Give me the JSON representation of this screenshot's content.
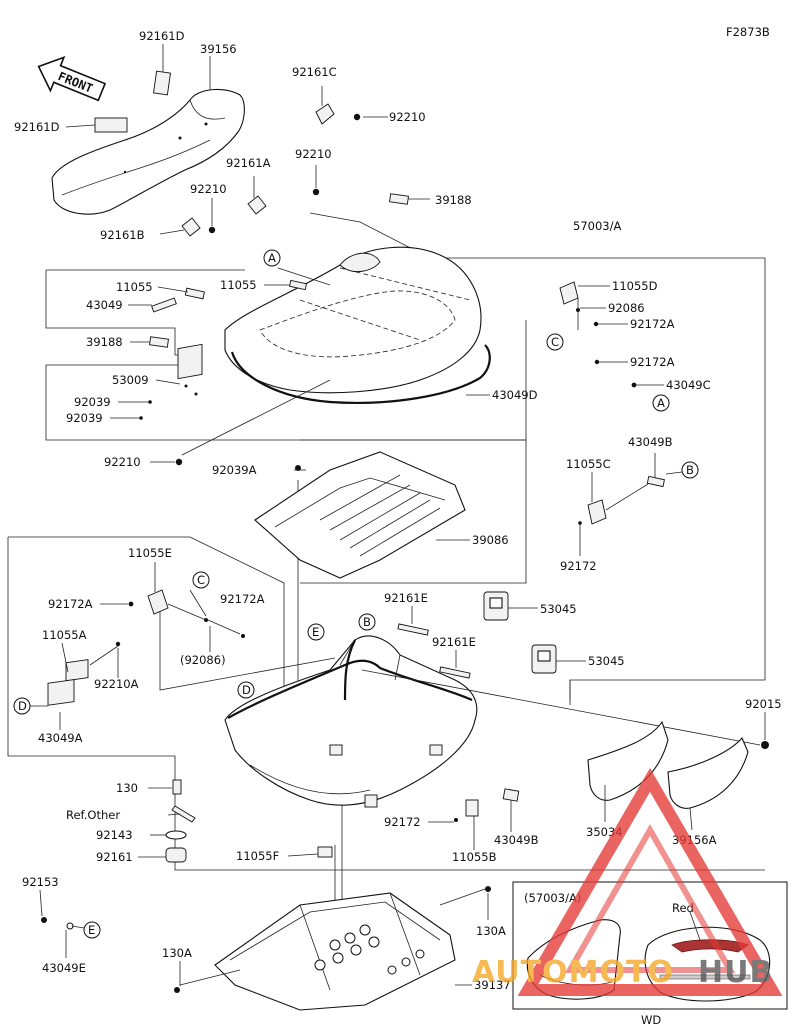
{
  "diagram_code": "F2873B",
  "front_label": "FRONT",
  "labels": {
    "p92161D_top": "92161D",
    "p39156": "39156",
    "p92161D_left": "92161D",
    "p92161C": "92161C",
    "p92210_a": "92210",
    "p92161A": "92161A",
    "p92210_b": "92210",
    "p92210_c": "92210",
    "p92161B": "92161B",
    "p39188_a": "39188",
    "p57003A": "57003/A",
    "p11055_a": "11055",
    "p11055_b": "11055",
    "p43049": "43049",
    "p11055D": "11055D",
    "p92086": "92086",
    "p92172A_a": "92172A",
    "p39188_b": "39188",
    "p92172A_b": "92172A",
    "p53009": "53009",
    "p43049C": "43049C",
    "p92039_a": "92039",
    "p92039_b": "92039",
    "p43049D": "43049D",
    "p92210_d": "92210",
    "p92039A": "92039A",
    "p43049B_a": "43049B",
    "p11055C": "11055C",
    "p39086": "39086",
    "p92172_a": "92172",
    "p11055E": "11055E",
    "p92172A_c": "92172A",
    "p92172A_d": "92172A",
    "p92161E_a": "92161E",
    "p53045_a": "53045",
    "p92086_paren": "(92086)",
    "p92161E_b": "92161E",
    "p53045_b": "53045",
    "p11055A": "11055A",
    "p92210A": "92210A",
    "p43049A": "43049A",
    "p92015": "92015",
    "p130": "130",
    "p_ref_other": "Ref.Other",
    "p92143": "92143",
    "p92161": "92161",
    "p92172_b": "92172",
    "p43049B_b": "43049B",
    "p35034": "35034",
    "p39156A": "39156A",
    "p11055B": "11055B",
    "p11055F": "11055F",
    "p92153": "92153",
    "p130A_a": "130A",
    "p130A_b": "130A",
    "p43049E": "43049E",
    "p39137": "39137",
    "inset_title": "(57003/A)",
    "inset_red": "Red",
    "inset_wd": "WD"
  },
  "callouts": {
    "A1": "A",
    "A2": "A",
    "B1": "B",
    "B2": "B",
    "C1": "C",
    "C2": "C",
    "D1": "D",
    "D2": "D",
    "E1": "E",
    "E2": "E"
  },
  "watermark": {
    "word_a": "AUTOMOTO",
    "word_b": "HUB",
    "color_a": "#f5a623",
    "color_b": "#555555",
    "logo_color": "#e53935"
  }
}
